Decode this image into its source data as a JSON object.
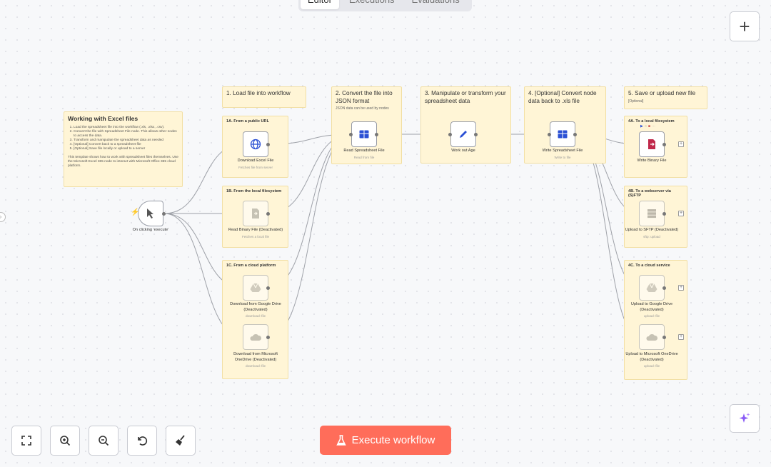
{
  "tabs": [
    "Editor",
    "Executions",
    "Evaluations"
  ],
  "toolbar": {
    "add_label": "+"
  },
  "notes": {
    "intro": {
      "title": "Working with Excel files",
      "steps": [
        "Load the spreadsheet file into the workflow (.xls, .xlsx, .csv).",
        "Convert the file with Spreadsheet File node. This allows other nodes to access the data.",
        "Transform and manipulate the spreadsheet data as needed",
        "[Optional] Convert back to a spreadsheet file",
        "[Optional] Save file locally or upload to a server"
      ],
      "footer": "This template shows how to work with spreadsheet files themselves. Use the Microsoft Excel 365 node to interact with Microsoft Office 365 cloud platform."
    },
    "s1": {
      "title": "1. Load file into workflow"
    },
    "s2": {
      "title": "2. Convert the file into JSON format",
      "sub": "JSON data can be used by nodes"
    },
    "s3": {
      "title": "3. Manipulate or transform your spreadsheet data"
    },
    "s4": {
      "title": "4. [Optional] Convert node data back to .xls file"
    },
    "s5": {
      "title": "5. Save or upload new file",
      "sub": "[Optional]"
    },
    "s1a": "1A. From a public URL",
    "s1b": "1B. From the local filesystem",
    "s1c": "1C. From a cloud platform",
    "s4a": "4A. To a local filesystem",
    "s4b": "4B. To a webserver via (S)FTP",
    "s4c": "4C. To a cloud service"
  },
  "nodes": {
    "trigger": {
      "label": "On clicking 'execute'"
    },
    "download_excel": {
      "label": "Download Excel File",
      "sub": "Fetches file from server"
    },
    "read_binary": {
      "label": "Read Binary File (Deactivated)",
      "sub": "Fetches a local file"
    },
    "gdrive_download": {
      "label": "Download from Google Drive (Deactivated)",
      "sub": "download: file"
    },
    "onedrive_download": {
      "label": "Download from Microsoft OneDrive (Deactivated)",
      "sub": "download: file"
    },
    "read_spreadsheet": {
      "label": "Read Spreadsheet File",
      "sub": "Read from file"
    },
    "work_out_age": {
      "label": "Work out Age"
    },
    "write_spreadsheet": {
      "label": "Write Spreadsheet File",
      "sub": "Write to file"
    },
    "write_binary": {
      "label": "Write Binary File"
    },
    "upload_sftp": {
      "label": "Upload to SFTP (Deactivated)",
      "sub": "sftp: upload"
    },
    "upload_gdrive": {
      "label": "Upload to Google Drive (Deactivated)",
      "sub": "upload: file"
    },
    "upload_onedrive": {
      "label": "Upload to Microsoft OneDrive (Deactivated)",
      "sub": "upload: file"
    }
  },
  "execute": {
    "label": "Execute workflow"
  },
  "colors": {
    "accent": "#ff6d5a",
    "sticky": "#fff5d6",
    "node_icon": "#2b50d4"
  }
}
